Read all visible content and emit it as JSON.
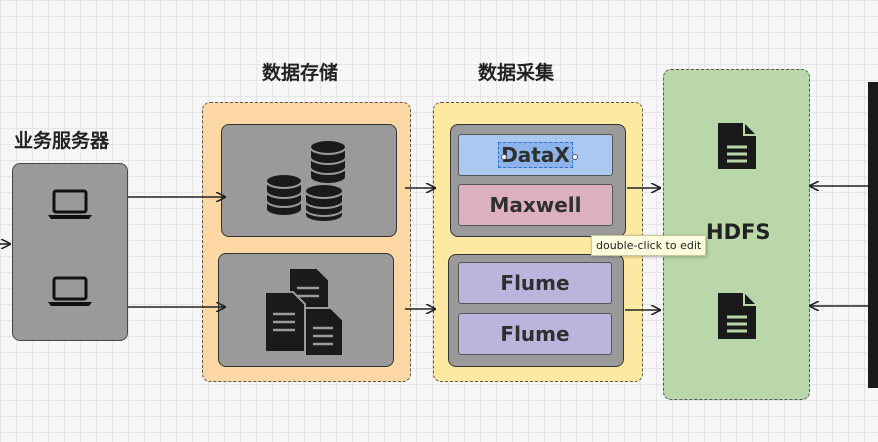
{
  "business_server": {
    "title": "业务服务器"
  },
  "data_storage": {
    "title": "数据存储"
  },
  "data_collection": {
    "title": "数据采集",
    "tools": [
      "DataX",
      "Maxwell",
      "Flume",
      "Flume"
    ]
  },
  "hdfs": {
    "label": "HDFS"
  },
  "tooltip": {
    "text": "double-click to edit"
  },
  "colors": {
    "storage_fill": "#fdd7a4",
    "collection_fill": "#fee9a2",
    "hdfs_fill": "#b9d7a8",
    "datax_fill": "#a9c9f0",
    "maxwell_fill": "#dcb0bc",
    "flume_fill": "#bcb4dc"
  }
}
